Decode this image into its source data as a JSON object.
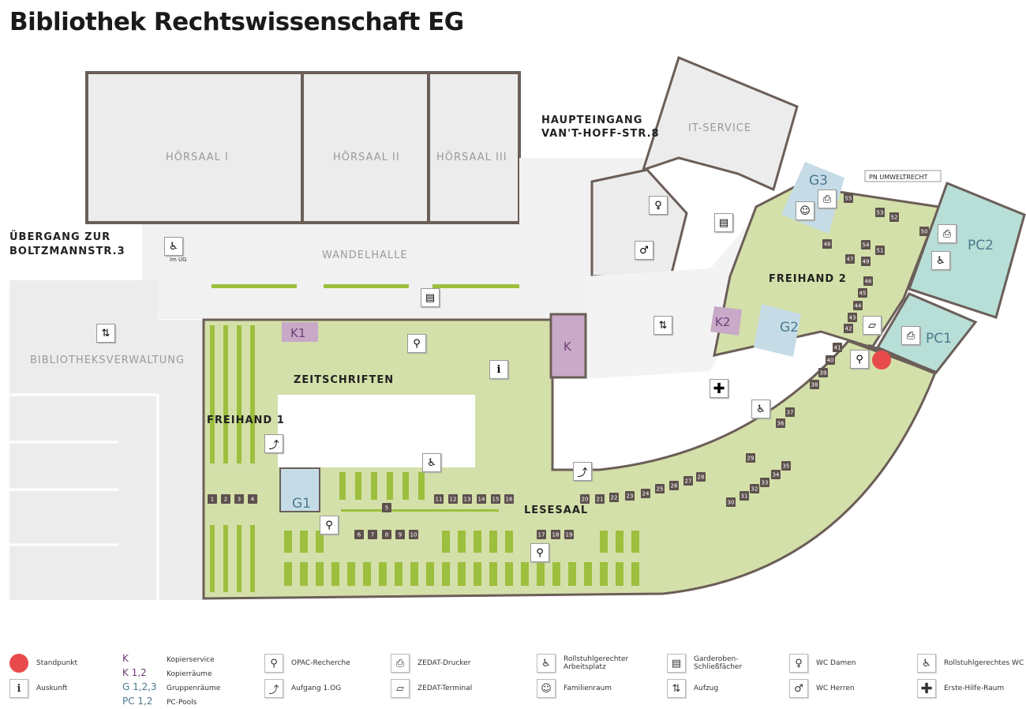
{
  "title": "Bibliothek Rechtswissenschaft EG",
  "rooms": {
    "hoersaal1": "HÖRSAAL I",
    "hoersaal2": "HÖRSAAL II",
    "hoersaal3": "HÖRSAAL III",
    "wandelhalle": "WANDELHALLE",
    "verwaltung": "BIBLIOTHEKSVERWALTUNG",
    "it_service": "IT-SERVICE",
    "haupteingang_1": "HAUPTEINGANG",
    "haupteingang_2": "VAN'T-HOFF-STR.8",
    "uebergang_1": "ÜBERGANG ZUR",
    "uebergang_2": "BOLTZMANNSTR.3",
    "zeitschriften": "ZEITSCHRIFTEN",
    "freihand1": "FREIHAND 1",
    "freihand2": "FREIHAND 2",
    "lesesaal": "LESESAAL",
    "pn_umweltrecht": "PN UMWELTRECHT",
    "im_ug": "im UG",
    "k": "K",
    "k1": "K1",
    "k2": "K2",
    "g1": "G1",
    "g2": "G2",
    "g3": "G3",
    "pc1": "PC1",
    "pc2": "PC2"
  },
  "seat_markers": [
    "1",
    "2",
    "3",
    "4",
    "5",
    "6",
    "7",
    "8",
    "9",
    "10",
    "11",
    "12",
    "13",
    "14",
    "15",
    "16",
    "17",
    "18",
    "19",
    "20",
    "21",
    "22",
    "23",
    "24",
    "25",
    "26",
    "27",
    "28",
    "29",
    "30",
    "31",
    "32",
    "33",
    "34",
    "35",
    "36",
    "37",
    "38",
    "39",
    "40",
    "41",
    "42",
    "43",
    "44",
    "45",
    "46",
    "47",
    "48",
    "49",
    "50",
    "51",
    "52",
    "53",
    "54",
    "55"
  ],
  "colors": {
    "reading": "#d4e0a9",
    "shelf": "#9dbf3e",
    "wall": "#6b5e58",
    "room": "#ececec",
    "group": "#c5dce6",
    "pc": "#b7ded7",
    "copy": "#c8a9c8",
    "standpunkt": "#e84a4c"
  },
  "legend": {
    "standpunkt": "Standpunkt",
    "auskunft": "Auskunft",
    "auskunft_icon": "i",
    "codes": [
      {
        "code": "K",
        "label": "Kopierservice",
        "color": "#6e3f74"
      },
      {
        "code": "K 1,2",
        "label": "Kopierräume",
        "color": "#6e3f74"
      },
      {
        "code": "G 1,2,3",
        "label": "Gruppenräume",
        "color": "#4b7a8e"
      },
      {
        "code": "PC 1,2",
        "label": "PC-Pools",
        "color": "#4b7a8e"
      }
    ],
    "opac": "OPAC-Recherche",
    "aufgang": "Aufgang 1.OG",
    "drucker": "ZEDAT-Drucker",
    "terminal": "ZEDAT-Terminal",
    "rollstuhl_1": "Rollstuhlgerechter",
    "rollstuhl_2": "Arbeitsplatz",
    "familien": "Familienraum",
    "garderobe_1": "Garderoben-",
    "garderobe_2": "Schließfächer",
    "aufzug": "Aufzug",
    "wc_damen": "WC Damen",
    "wc_herren": "WC Herren",
    "wc_rollstuhl": "Rollstuhlgerechtes WC",
    "erste_hilfe": "Erste-Hilfe-Raum"
  }
}
